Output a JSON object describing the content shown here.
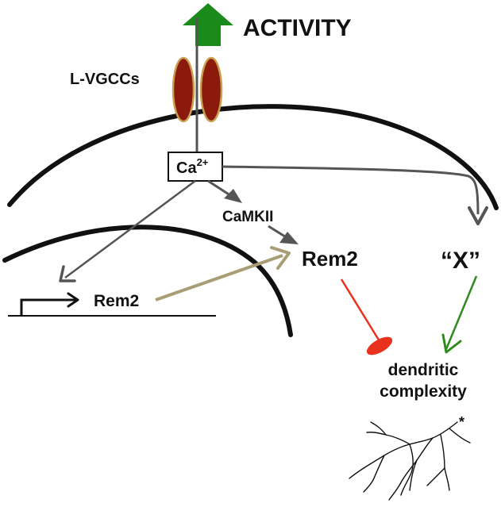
{
  "labels": {
    "activity": "ACTIVITY",
    "vgcc": "L-VGCCs",
    "calcium": "Ca",
    "calcium_superscript": "2+",
    "camkii": "CaMKII",
    "rem2_protein": "Rem2",
    "rem2_gene": "Rem2",
    "x_factor": "“X”",
    "dendritic_line1": "dendritic",
    "dendritic_line2": "complexity",
    "asterisk": "*"
  },
  "colors": {
    "activity_arrow": "#1a8a1a",
    "channel_fill": "#8b1a0c",
    "channel_edge": "#c8a050",
    "signal_arrow": "#555555",
    "rem2_translation_arrow": "#a89d75",
    "inhibition": "#e8321e",
    "promotion": "#2e8b1e",
    "membrane": "#111111"
  }
}
